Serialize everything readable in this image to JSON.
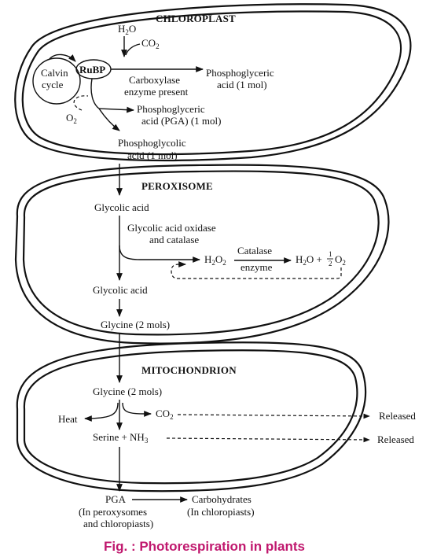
{
  "organelles": {
    "chloroplast": "CHLOROPLAST",
    "peroxisome": "PEROXISOME",
    "mitochondrion": "MITOCHONDRION"
  },
  "chloroplast": {
    "h2o": "H",
    "h2o_sub": "2",
    "h2o_end": "O",
    "co2": "CO",
    "co2_sub": "2",
    "calvin_line1": "Calvin",
    "calvin_line2": "cycle",
    "rubp": "RuBP",
    "pga_top_line1": "Phosphoglyceric",
    "pga_top_line2": "acid (1 mol)",
    "carboxylase_line1": "Carboxylase",
    "carboxylase_line2": "enzyme present",
    "o2": "O",
    "o2_sub": "2",
    "pga_mid_line1": "Phosphoglyceric",
    "pga_mid_line2": "acid (PGA) (1 mol)",
    "phosphoglycolic_line1": "Phosphoglycolic",
    "phosphoglycolic_line2": "acid (1 mol)"
  },
  "peroxisome": {
    "glycolic_1": "Glycolic acid",
    "oxidase_line1": "Glycolic acid oxidase",
    "oxidase_line2": "and catalase",
    "h2o2": "H",
    "h2o2_sub": "2",
    "h2o2_mid": "O",
    "h2o2_sub2": "2",
    "catalase": "Catalase",
    "enzyme": "enzyme",
    "product_h2o": "H",
    "product_h2o_sub": "2",
    "product_h2o_end": "O +",
    "half_num": "1",
    "half_den": "2",
    "product_o2": "O",
    "product_o2_sub": "2",
    "glycolic_2": "Glycolic acid",
    "glycine": "Glycine (2 mols)"
  },
  "mitochondrion": {
    "glycine": "Glycine (2 mols)",
    "heat": "Heat",
    "co2": "CO",
    "co2_sub": "2",
    "released_1": "Released",
    "serine": "Serine + NH",
    "nh3_sub": "3",
    "released_2": "Released"
  },
  "bottom": {
    "pga": "PGA",
    "pga_note_line1": "(In peroxysomes",
    "pga_note_line2": "and chloropiasts)",
    "carbohydrates": "Carbohydrates",
    "carb_note": "(In chloropiasts)"
  },
  "caption": "Fig. : Photorespiration in plants",
  "colors": {
    "caption": "#c0186e",
    "stroke": "#111111"
  }
}
